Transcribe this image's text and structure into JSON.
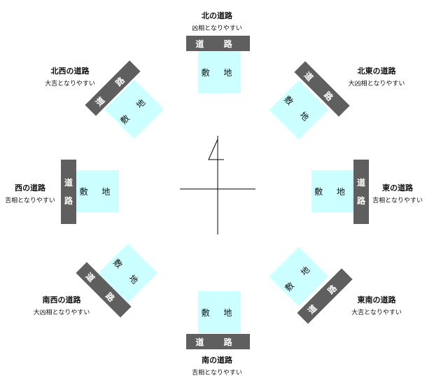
{
  "lot_label": "敷 地",
  "road_label": "道 路",
  "road_chars": [
    "道",
    "路"
  ],
  "colors": {
    "lot": "#ccffff",
    "road": "#5f5f5f",
    "road_text": "#ffffff",
    "line": "#000000"
  },
  "directions": {
    "north": {
      "title": "北の道路",
      "note": "凶相となりやすい"
    },
    "northeast": {
      "title": "北東の道路",
      "note": "大凶相となりやすい"
    },
    "east": {
      "title": "東の道路",
      "note": "吉相となりやすい"
    },
    "southeast": {
      "title": "東南の道路",
      "note": "大吉となりやすい"
    },
    "south": {
      "title": "南の道路",
      "note": "吉相となりやすい"
    },
    "southwest": {
      "title": "南西の道路",
      "note": "大凶相となりやすい"
    },
    "west": {
      "title": "西の道路",
      "note": "吉相となりやすい"
    },
    "northwest": {
      "title": "北西の道路",
      "note": "大吉となりやすい"
    }
  }
}
